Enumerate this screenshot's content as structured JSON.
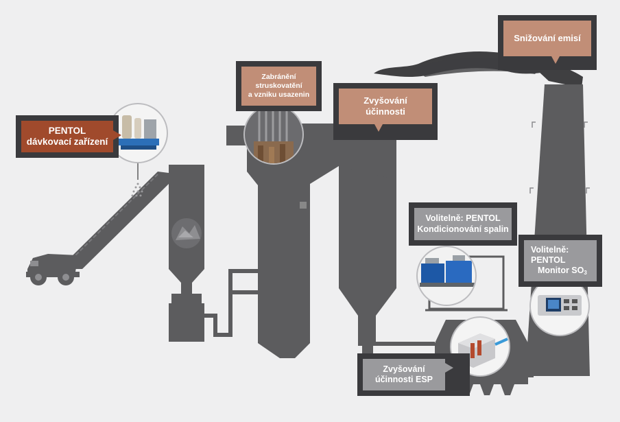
{
  "colors": {
    "background": "#efeff0",
    "plant": "#5c5c5e",
    "dark_frame": "#3a3a3d",
    "rust": "#a04a2c",
    "tan": "#c18e77",
    "gray_box": "#9a9a9d"
  },
  "callouts": {
    "dosing": {
      "line1": "PENTOL",
      "line2": "dávkovací zařízení"
    },
    "slagging": {
      "line1": "Zabránění",
      "line2": "struskovatění",
      "line3": "a vzniku usazenin"
    },
    "efficiency": {
      "line1": "Zvyšování",
      "line2": "účinnosti"
    },
    "emissions": {
      "line1": "Snižování emisí"
    },
    "flue_gas": {
      "line1": "Volitelně: PENTOL",
      "line2": "Kondicionování spalin"
    },
    "monitor": {
      "line1": "Volitelně:",
      "line2": "PENTOL",
      "line3": "Monitor SO",
      "line3_sub": "3"
    },
    "esp": {
      "line1": "Zvyšování",
      "line2": "účinnosti ESP"
    }
  },
  "icons": [
    "dosing-unit-icon",
    "dump-truck-icon",
    "conveyor-icon",
    "coal-pile-icon",
    "boiler-tubes-icon",
    "flue-gas-conditioning-icon",
    "esp-filter-icon",
    "so3-monitor-icon",
    "smoke-plume-icon",
    "chimney-icon"
  ]
}
